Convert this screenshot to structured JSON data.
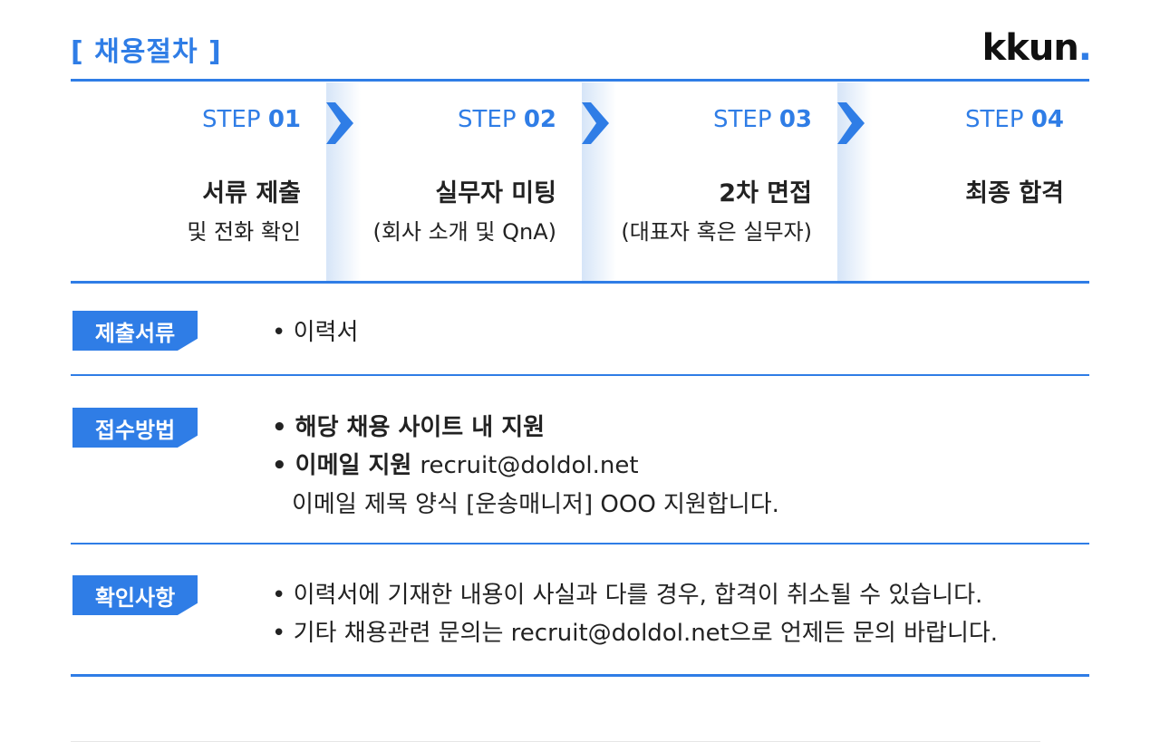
{
  "header": {
    "title": "[ 채용절차 ]",
    "logo_text": "kkun",
    "logo_dot": "."
  },
  "steps": [
    {
      "step_label": "STEP",
      "step_num": "01",
      "title": "서류 제출",
      "sub": "및 전화 확인"
    },
    {
      "step_label": "STEP",
      "step_num": "02",
      "title": "실무자 미팅",
      "sub": "(회사 소개 및 QnA)"
    },
    {
      "step_label": "STEP",
      "step_num": "03",
      "title": "2차 면접",
      "sub": "(대표자 혹은 실무자)"
    },
    {
      "step_label": "STEP",
      "step_num": "04",
      "title": "최종 합격",
      "sub": ""
    }
  ],
  "sections": {
    "documents": {
      "label": "제출서류",
      "lines": [
        "• 이력서"
      ]
    },
    "apply": {
      "label": "접수방법",
      "line1": "• 해당 채용 사이트 내 지원",
      "line2_bold": "• 이메일 지원 ",
      "line2_email": "recruit@doldol.net",
      "line3": "이메일 제목 양식 [운송매니저] OOO 지원합니다."
    },
    "notes": {
      "label": "확인사항",
      "line1": "• 이력서에 기재한 내용이 사실과 다를 경우, 합격이 취소될 수 있습니다.",
      "line2": "• 기타 채용관련 문의는 recruit@doldol.net으로 언제든 문의 바랍니다."
    }
  },
  "colors": {
    "accent": "#2f7de6",
    "text": "#222222"
  }
}
